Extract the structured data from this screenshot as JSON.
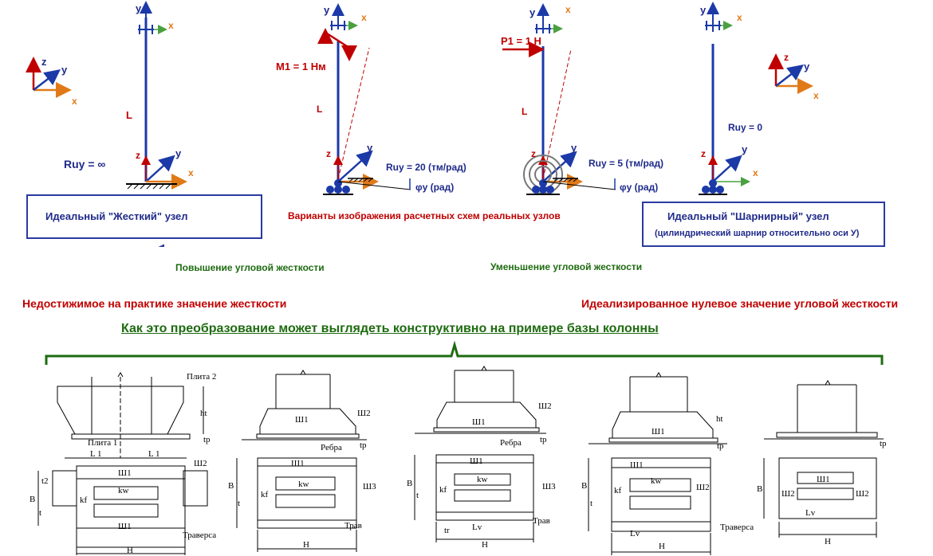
{
  "diagrams": {
    "rigid": {
      "ruy": "Ruy = ∞",
      "length": "L",
      "axes": {
        "y": "y",
        "x": "x",
        "z": "z"
      },
      "box_text": "Идеальный   \"Жесткий\" узел"
    },
    "moment": {
      "load": "M1 = 1 Нм",
      "length": "L",
      "stiffness": "Ruy = 20 (тм/рад)",
      "phi": "φy (рад)",
      "axes": {
        "y": "y",
        "x": "x",
        "z": "z"
      }
    },
    "force": {
      "load": "P1 = 1 Н",
      "length": "L",
      "stiffness": "Ruy = 5 (тм/рад)",
      "phi": "φy (рад)",
      "axes": {
        "y": "y",
        "x": "x",
        "z": "z"
      }
    },
    "hinged": {
      "ruy": "Ruy = 0",
      "axes": {
        "y": "y",
        "x": "x",
        "z": "z"
      },
      "box_text": "Идеальный \"Шарнирный\" узел",
      "box_subtext": "(цилиндрический шарнир относительно оси У)"
    },
    "variants_caption": "Варианты изображения расчетных схем реальных узлов"
  },
  "arrows": {
    "left": "Повышение угловой жесткости",
    "right": "Уменьшение угловой жесткости"
  },
  "notes": {
    "left": "Недостижимое на практике значение жесткости",
    "right": "Идеализированное нулевое значение угловой жесткости"
  },
  "heading": "Как это преобразование может выглядеть конструктивно на примере базы колонны",
  "drawings": {
    "d1": {
      "plate2": "Плита 2",
      "plate1": "Плита 1",
      "l1a": "L 1",
      "l1b": "L 1",
      "ht": "ht",
      "tp": "tp",
      "t2": "t2",
      "sh2": "Ш2",
      "kw": "kw",
      "kf": "kf",
      "sh1": "Ш1",
      "b": "B",
      "t": "t",
      "traversa": "Траверса",
      "h": "H"
    },
    "d2": {
      "sh2": "Ш2",
      "sh1": "Ш1",
      "tp": "tp",
      "rebra": "Ребра",
      "b": "B",
      "t": "t",
      "kw": "kw",
      "kf": "kf",
      "sh3": "Ш3",
      "trav": "Трав",
      "h": "H"
    },
    "d3": {
      "sh2": "Ш2",
      "sh1": "Ш1",
      "tp": "tp",
      "rebra": "Ребра",
      "b": "B",
      "t": "t",
      "kw": "kw",
      "kf": "kf",
      "sh3": "Ш3",
      "trav": "Трав",
      "tr": "tr",
      "lv": "Lv",
      "h": "H"
    },
    "d4": {
      "ht": "ht",
      "tp": "tp",
      "sh1": "Ш1",
      "sh2": "Ш2",
      "kw": "kw",
      "kf": "kf",
      "b": "B",
      "t": "t",
      "lv": "Lv",
      "traversa": "Траверса",
      "h": "H"
    },
    "d5": {
      "tp": "tp",
      "sh1": "Ш1",
      "sh2a": "Ш2",
      "sh2b": "Ш2",
      "b": "B",
      "lv": "Lv",
      "h": "H"
    }
  },
  "colors": {
    "red": "#c00000",
    "navy": "#1f2a8a",
    "blue": "#1b3aa8",
    "green": "#1e6b10",
    "orange": "#e07a18",
    "box_border": "#2a3aa0"
  }
}
